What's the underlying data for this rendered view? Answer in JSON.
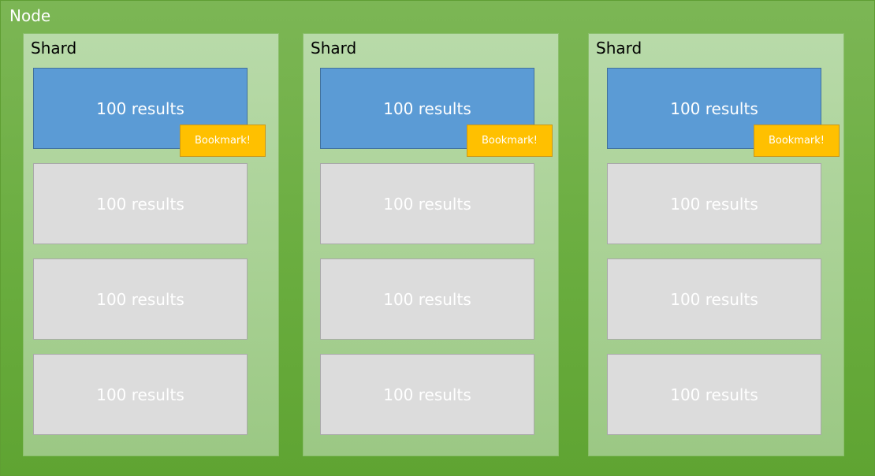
{
  "node": {
    "title": "Node",
    "shards": [
      {
        "title": "Shard",
        "bookmark_label": "Bookmark!",
        "pages": [
          {
            "label": "100 results",
            "state": "active"
          },
          {
            "label": "100 results",
            "state": "idle"
          },
          {
            "label": "100 results",
            "state": "idle"
          },
          {
            "label": "100 results",
            "state": "idle"
          }
        ]
      },
      {
        "title": "Shard",
        "bookmark_label": "Bookmark!",
        "pages": [
          {
            "label": "100 results",
            "state": "active"
          },
          {
            "label": "100 results",
            "state": "idle"
          },
          {
            "label": "100 results",
            "state": "idle"
          },
          {
            "label": "100 results",
            "state": "idle"
          }
        ]
      },
      {
        "title": "Shard",
        "bookmark_label": "Bookmark!",
        "pages": [
          {
            "label": "100 results",
            "state": "active"
          },
          {
            "label": "100 results",
            "state": "idle"
          },
          {
            "label": "100 results",
            "state": "idle"
          },
          {
            "label": "100 results",
            "state": "idle"
          }
        ]
      }
    ]
  },
  "colors": {
    "node_fill": "#6aad3f",
    "shard_fill": "#a9d18e",
    "active_page": "#5b9bd5",
    "idle_page": "#dcdcdc",
    "bookmark": "#ffc000"
  }
}
